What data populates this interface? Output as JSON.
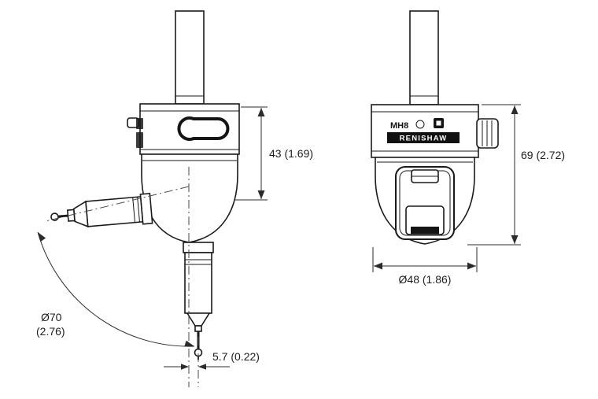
{
  "page": {
    "background": "#ffffff",
    "line_color": "#1a1a1a"
  },
  "left_view": {
    "dim_height_label": "43 (1.69)",
    "swing_diameter_line1": "Ø70",
    "swing_diameter_line2": "(2.76)",
    "tip_offset_label": "5.7 (0.22)"
  },
  "right_view": {
    "model_label": "MH8",
    "brand_label": "RENISHAW",
    "dim_height_label": "69 (2.72)",
    "dim_diameter_label": "Ø48 (1.86)"
  }
}
